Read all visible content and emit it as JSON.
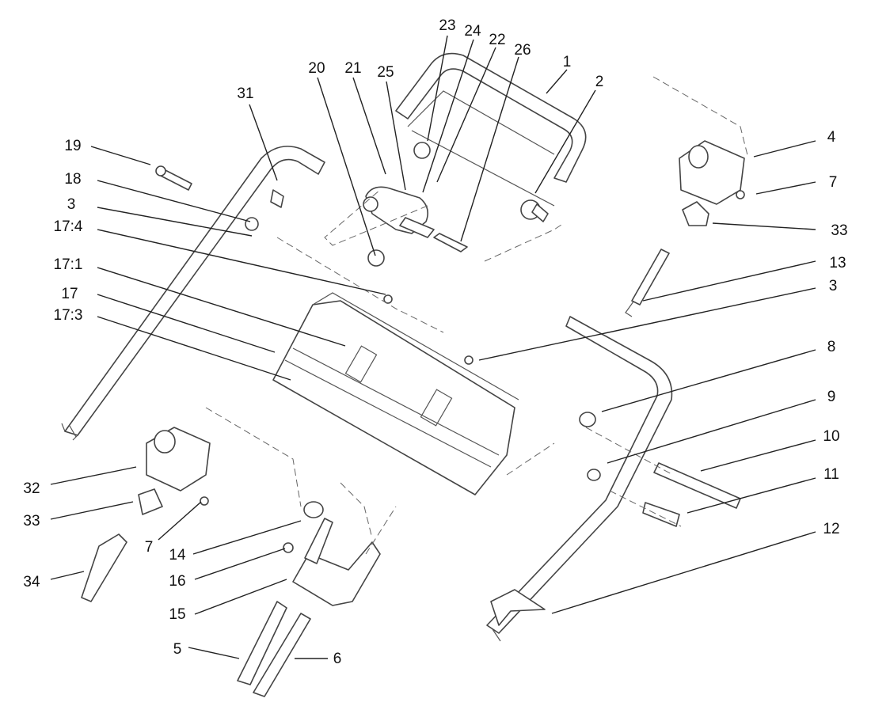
{
  "callouts": [
    {
      "id": "c23",
      "label": "23"
    },
    {
      "id": "c24",
      "label": "24"
    },
    {
      "id": "c22",
      "label": "22"
    },
    {
      "id": "c26",
      "label": "26"
    },
    {
      "id": "c1",
      "label": "1"
    },
    {
      "id": "c20",
      "label": "20"
    },
    {
      "id": "c21",
      "label": "21"
    },
    {
      "id": "c25",
      "label": "25"
    },
    {
      "id": "c2",
      "label": "2"
    },
    {
      "id": "c31",
      "label": "31"
    },
    {
      "id": "c4",
      "label": "4"
    },
    {
      "id": "c19",
      "label": "19"
    },
    {
      "id": "c7a",
      "label": "7"
    },
    {
      "id": "c18",
      "label": "18"
    },
    {
      "id": "c3a",
      "label": "3"
    },
    {
      "id": "c33a",
      "label": "33"
    },
    {
      "id": "c17_4",
      "label": "17:4"
    },
    {
      "id": "c13",
      "label": "13"
    },
    {
      "id": "c3b",
      "label": "3"
    },
    {
      "id": "c17_1",
      "label": "17:1"
    },
    {
      "id": "c17",
      "label": "17"
    },
    {
      "id": "c17_3",
      "label": "17:3"
    },
    {
      "id": "c8",
      "label": "8"
    },
    {
      "id": "c9",
      "label": "9"
    },
    {
      "id": "c10",
      "label": "10"
    },
    {
      "id": "c11",
      "label": "11"
    },
    {
      "id": "c32",
      "label": "32"
    },
    {
      "id": "c33b",
      "label": "33"
    },
    {
      "id": "c7b",
      "label": "7"
    },
    {
      "id": "c12",
      "label": "12"
    },
    {
      "id": "c14",
      "label": "14"
    },
    {
      "id": "c34",
      "label": "34"
    },
    {
      "id": "c16",
      "label": "16"
    },
    {
      "id": "c15",
      "label": "15"
    },
    {
      "id": "c5",
      "label": "5"
    },
    {
      "id": "c6",
      "label": "6"
    }
  ]
}
